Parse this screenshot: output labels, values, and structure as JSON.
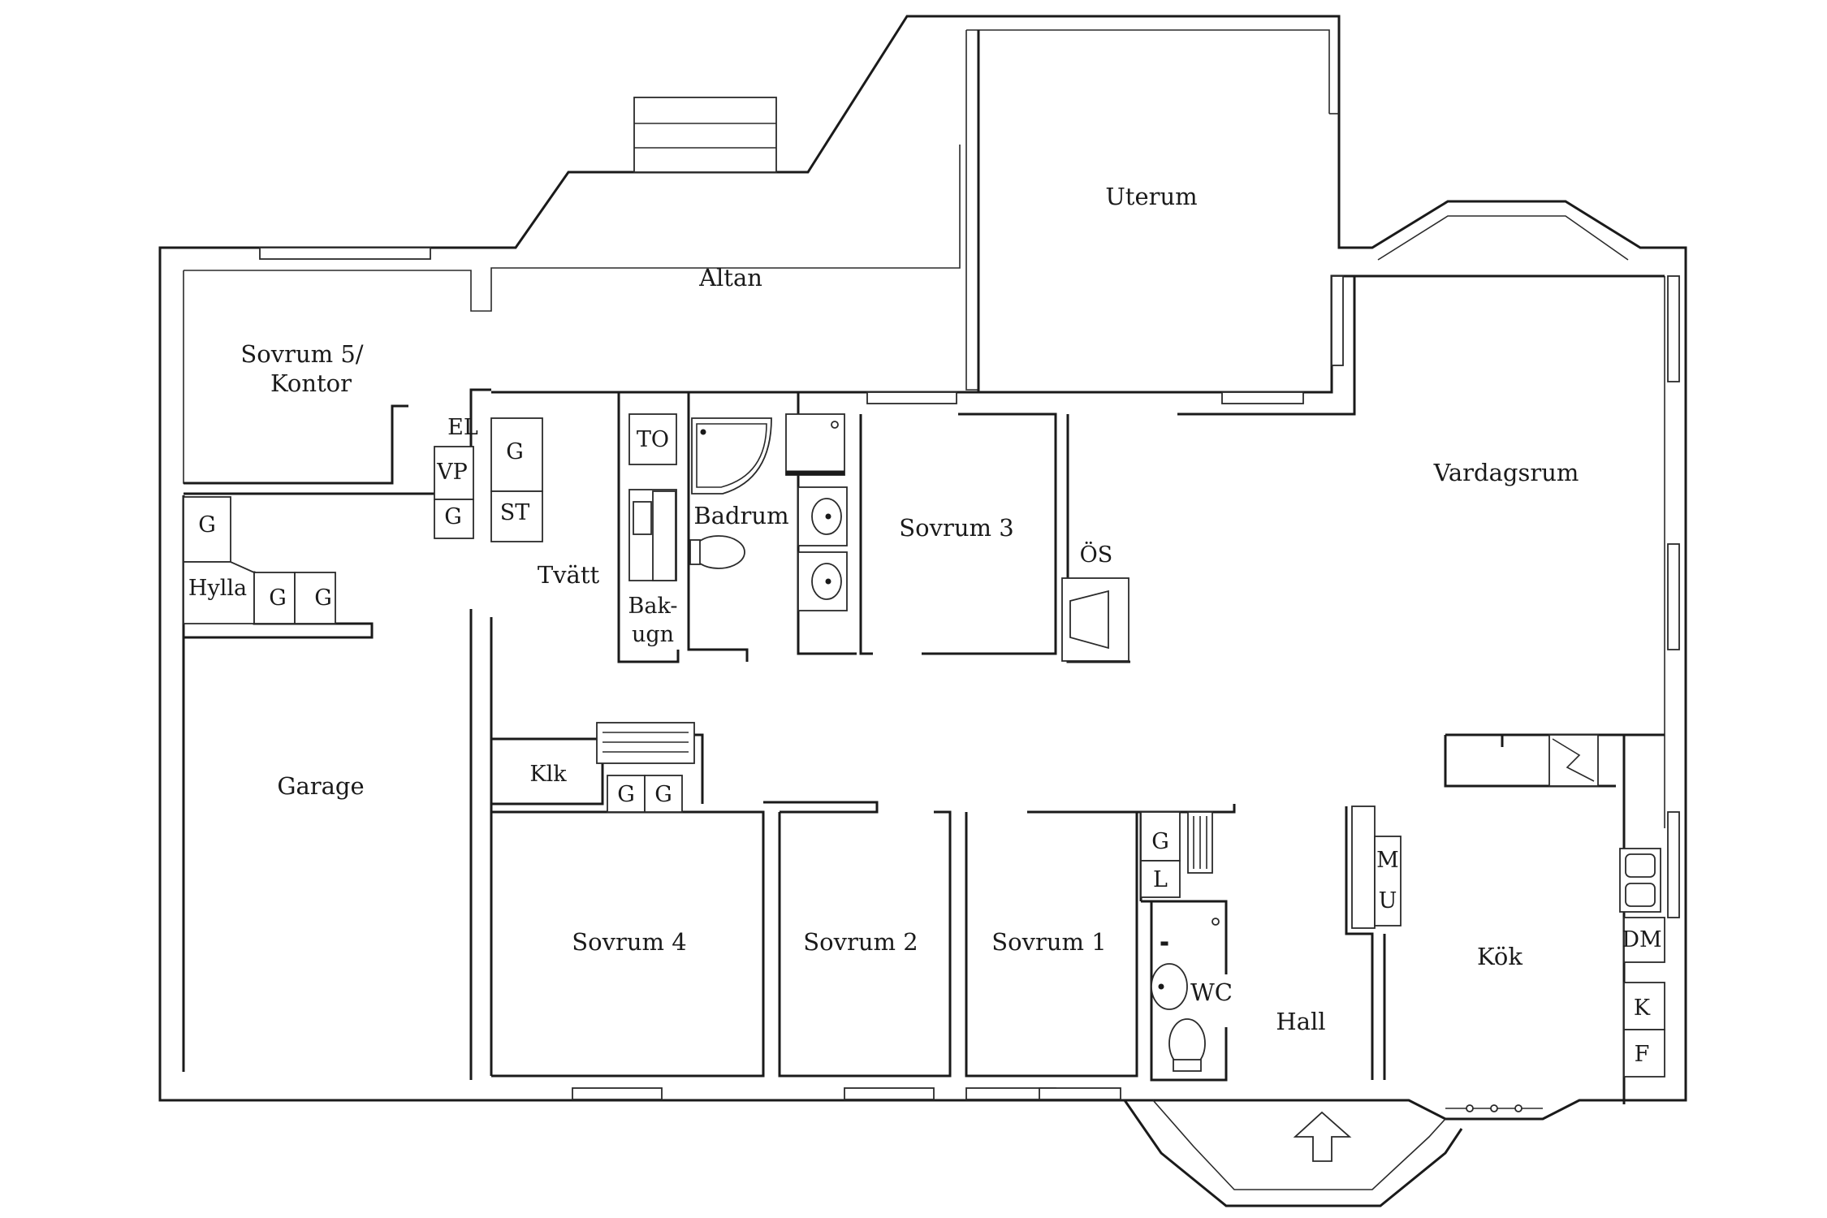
{
  "plan": {
    "rooms": {
      "altan": "Altan",
      "uterum": "Uterum",
      "sovrum5_line1": "Sovrum 5/",
      "sovrum5_line2": "Kontor",
      "vardagsrum": "Vardagsrum",
      "tvatt": "Tvätt",
      "badrum": "Badrum",
      "sovrum3": "Sovrum 3",
      "garage": "Garage",
      "sovrum4": "Sovrum 4",
      "sovrum2": "Sovrum 2",
      "sovrum1": "Sovrum 1",
      "hall": "Hall",
      "kok": "Kök",
      "wc": "WC"
    },
    "fixtures": {
      "el": "EL",
      "vp": "VP",
      "g": "G",
      "st": "ST",
      "to": "TO",
      "hylla": "Hylla",
      "bakugn_line1": "Bak-",
      "bakugn_line2": "ugn",
      "os": "ÖS",
      "klk": "Klk",
      "l": "L",
      "m": "M",
      "u": "U",
      "dm": "DM",
      "k": "K",
      "f": "F"
    }
  }
}
